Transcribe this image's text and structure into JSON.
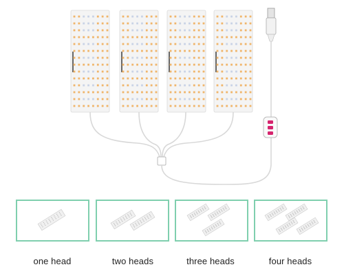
{
  "product": {
    "panel_count": 4,
    "controller_buttons": 3,
    "colors": {
      "panel": "#f4f4f4",
      "panel_edge": "#d9d9d9",
      "warm_led": "#f0b56a",
      "cool_led": "#c9d3e6",
      "cable": "#d8d8d8",
      "controller_button": "#d6246e",
      "option_border": "#7fcfae"
    }
  },
  "options": [
    {
      "label": "one head",
      "heads": 1
    },
    {
      "label": "two heads",
      "heads": 2
    },
    {
      "label": "three heads",
      "heads": 3
    },
    {
      "label": "four heads",
      "heads": 4
    }
  ]
}
